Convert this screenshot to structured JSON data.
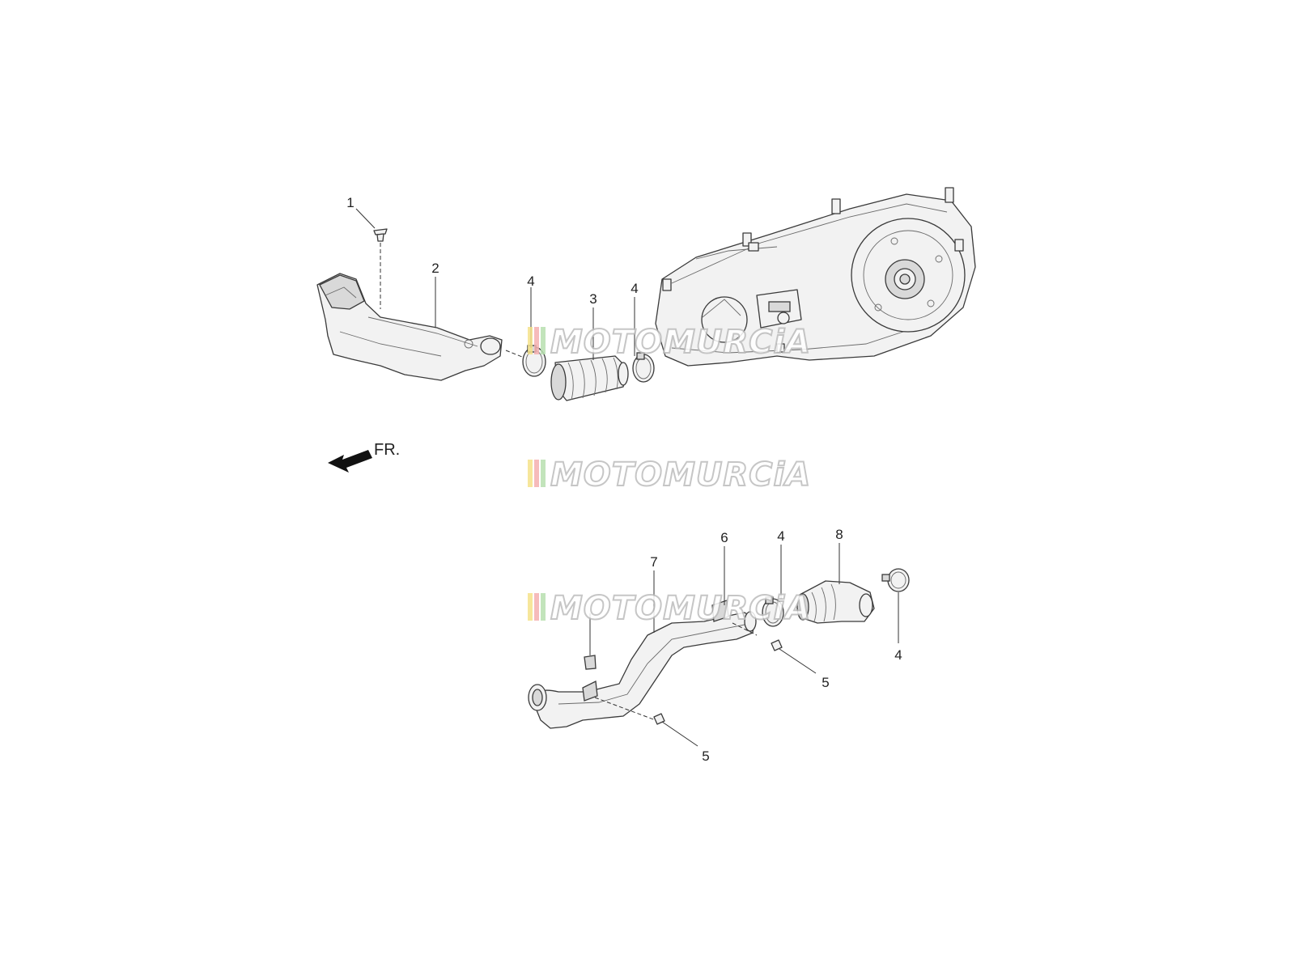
{
  "diagram": {
    "front_indicator": {
      "label": "FR.",
      "icon": "front-arrow-icon"
    },
    "watermark": {
      "text": "MOTOMURCiA",
      "stripe_colors": [
        "#f5e28a",
        "#f5b0b0",
        "#b8e0b0"
      ]
    },
    "callouts": [
      {
        "id": "c1",
        "number": "1"
      },
      {
        "id": "c2",
        "number": "2"
      },
      {
        "id": "c3",
        "number": "3"
      },
      {
        "id": "c4a",
        "number": "4"
      },
      {
        "id": "c4b",
        "number": "4"
      },
      {
        "id": "c4c",
        "number": "4"
      },
      {
        "id": "c4d",
        "number": "4"
      },
      {
        "id": "c5a",
        "number": "5"
      },
      {
        "id": "c5b",
        "number": "5"
      },
      {
        "id": "c6",
        "number": "6"
      },
      {
        "id": "c7",
        "number": "7"
      },
      {
        "id": "c8",
        "number": "8"
      }
    ]
  }
}
